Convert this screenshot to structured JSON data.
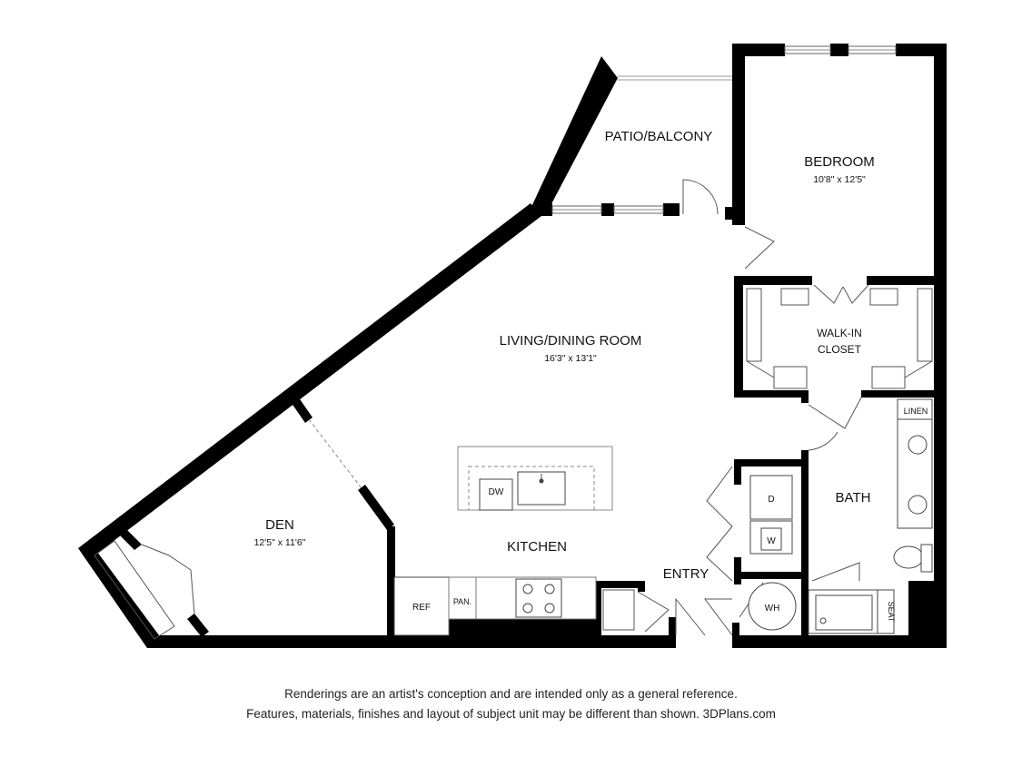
{
  "rooms": {
    "patio": {
      "label": "PATIO/BALCONY"
    },
    "bedroom": {
      "label": "BEDROOM",
      "dims": "10'8\" x 12'5\""
    },
    "closet": {
      "line1": "WALK-IN",
      "line2": "CLOSET"
    },
    "living": {
      "label": "LIVING/DINING ROOM",
      "dims": "16'3\" x 13'1\""
    },
    "den": {
      "label": "DEN",
      "dims": "12'5\" x 11'6\""
    },
    "kitchen": {
      "label": "KITCHEN"
    },
    "entry": {
      "label": "ENTRY"
    },
    "bath": {
      "label": "BATH"
    }
  },
  "fixtures": {
    "dw": "DW",
    "ref": "REF",
    "pan": "PAN.",
    "dryer": "D",
    "washer": "W",
    "water_heater": "WH",
    "linen": "LINEN",
    "seat": "SEAT"
  },
  "disclaimer": {
    "line1": "Renderings are an artist's conception and are intended only as a general reference.",
    "line2": "Features, materials, finishes and layout of subject unit may be different than shown. 3DPlans.com"
  }
}
